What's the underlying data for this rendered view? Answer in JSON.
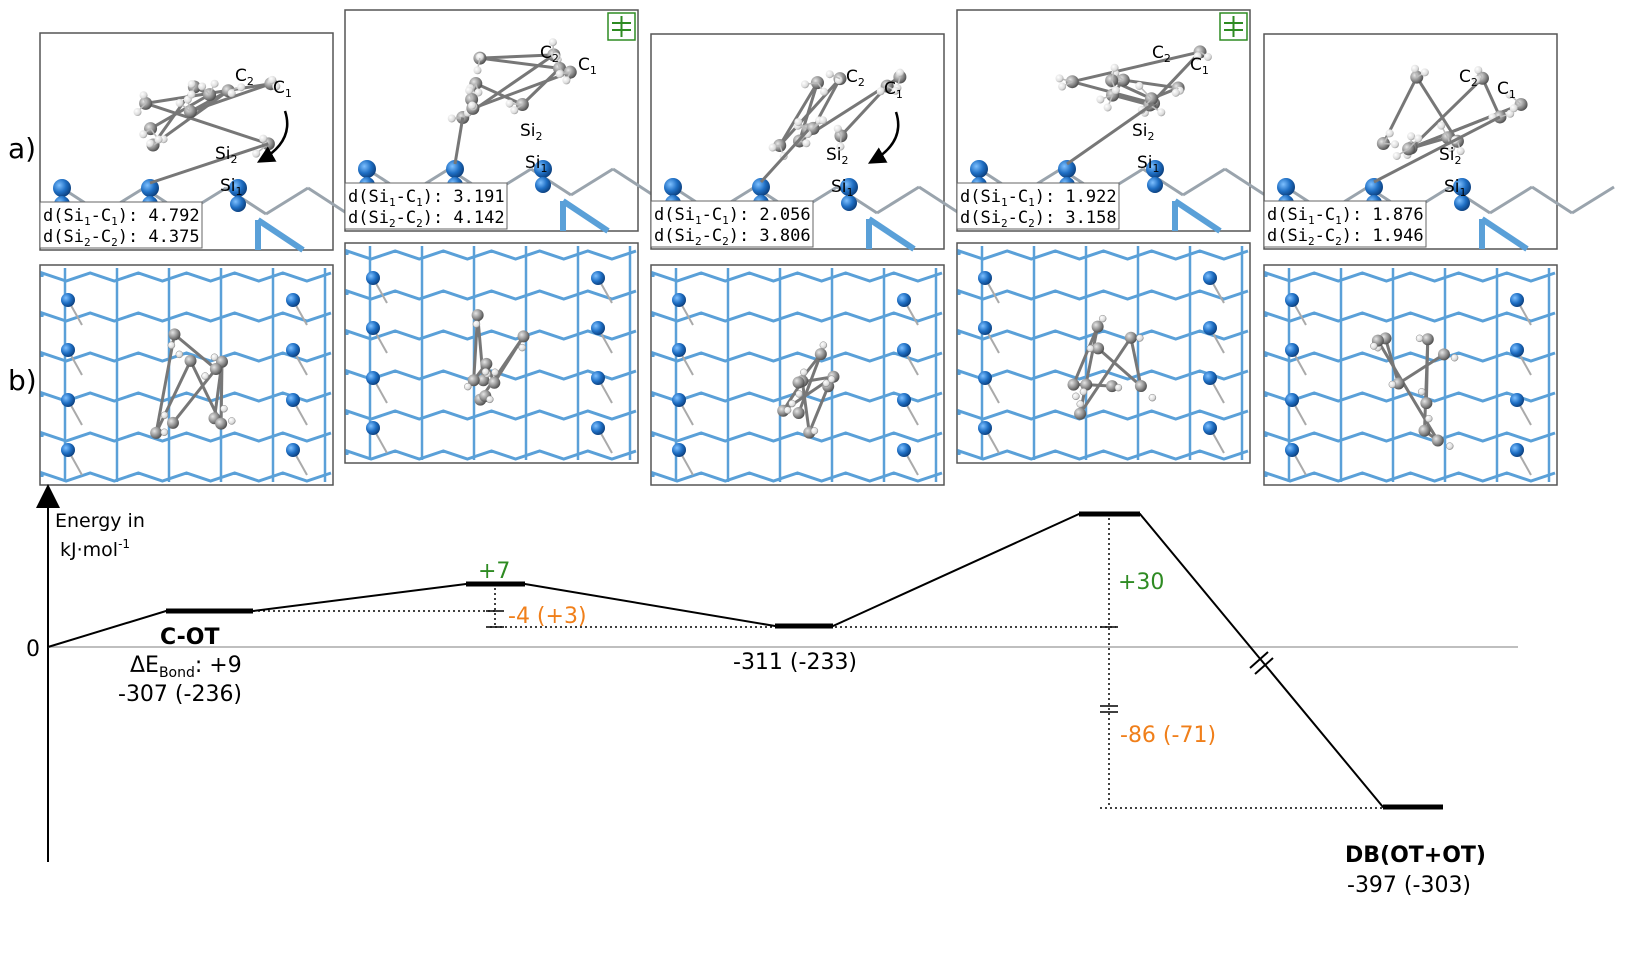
{
  "row_labels": {
    "a": "a)",
    "b": "b)"
  },
  "axis": {
    "label_line1": "Energy in",
    "label_line2": "kJ·mol",
    "label_sup": "-1",
    "zero": "0"
  },
  "panels": [
    {
      "id": "p1",
      "d1": {
        "a": "Si",
        "as": "1",
        "b": "C",
        "bs": "1",
        "val": "4.792"
      },
      "d2": {
        "a": "Si",
        "as": "2",
        "b": "C",
        "bs": "2",
        "val": "4.375"
      },
      "ts": false
    },
    {
      "id": "p2",
      "d1": {
        "a": "Si",
        "as": "1",
        "b": "C",
        "bs": "1",
        "val": "3.191"
      },
      "d2": {
        "a": "Si",
        "as": "2",
        "b": "C",
        "bs": "2",
        "val": "4.142"
      },
      "ts": true
    },
    {
      "id": "p3",
      "d1": {
        "a": "Si",
        "as": "1",
        "b": "C",
        "bs": "1",
        "val": "2.056"
      },
      "d2": {
        "a": "Si",
        "as": "2",
        "b": "C",
        "bs": "2",
        "val": "3.806"
      },
      "ts": false
    },
    {
      "id": "p4",
      "d1": {
        "a": "Si",
        "as": "1",
        "b": "C",
        "bs": "1",
        "val": "1.922"
      },
      "d2": {
        "a": "Si",
        "as": "2",
        "b": "C",
        "bs": "2",
        "val": "3.158"
      },
      "ts": true
    },
    {
      "id": "p5",
      "d1": {
        "a": "Si",
        "as": "1",
        "b": "C",
        "bs": "1",
        "val": "1.876"
      },
      "d2": {
        "a": "Si",
        "as": "2",
        "b": "C",
        "bs": "2",
        "val": "1.946"
      },
      "ts": false
    }
  ],
  "atom_labels": {
    "C2": "C",
    "C1": "C",
    "Si2": "Si",
    "Si1": "Si",
    "sub1": "1",
    "sub2": "2"
  },
  "energy": {
    "c_ot_name": "C-OT",
    "bond_prefix": "ΔE",
    "bond_sub": "Bond",
    "bond_value": ": +9",
    "c_ot_value": "-307 (-236)",
    "ts1_barrier": "+7",
    "step1_delta": "-4 (+3)",
    "int_value": "-311 (-233)",
    "ts2_barrier": "+30",
    "step2_delta": "-86 (-71)",
    "db_name": "DB(OT+OT)",
    "db_value": "-397 (-303)"
  },
  "colors": {
    "green": "#2e8b22",
    "orange": "#f07f1a",
    "si_blue": "#1f6fc4",
    "lattice": "#5aa0d8",
    "carbon": "#8c8c8c"
  }
}
